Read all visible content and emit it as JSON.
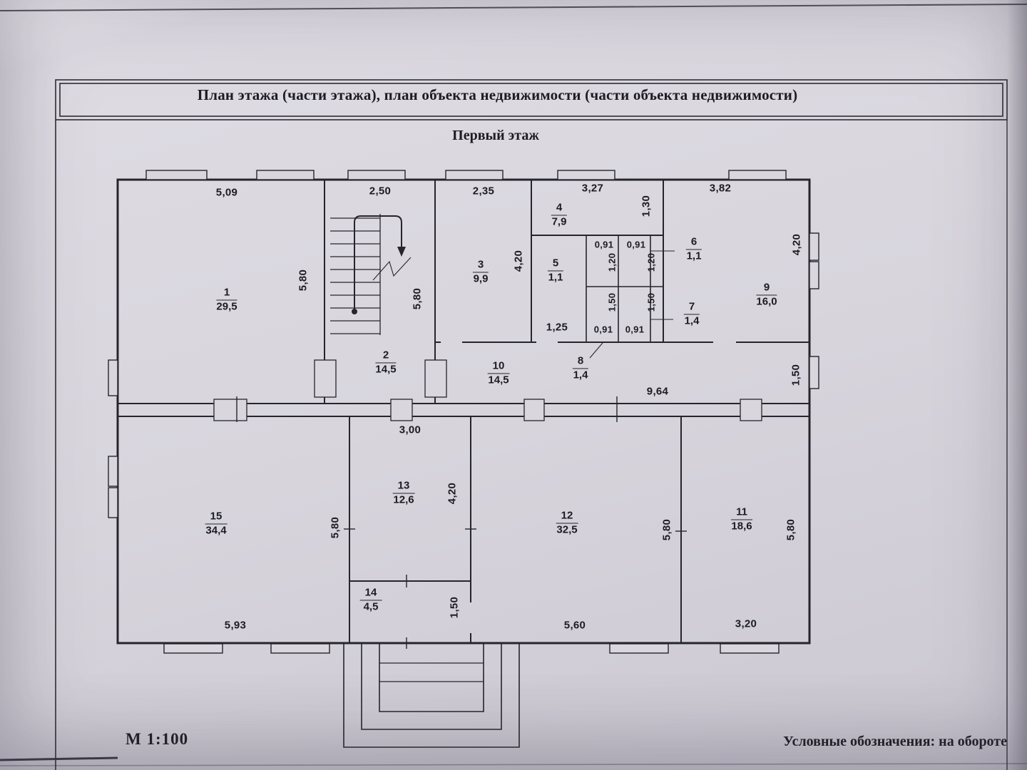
{
  "header": {
    "title": "План этажа (части этажа), план объекта недвижимости (части объекта недвижимости)",
    "subtitle": "Первый этаж"
  },
  "footer": {
    "scale": "М 1:100",
    "legend": "Условные обозначения: на обороте"
  },
  "colors": {
    "paper": "#d9d6de",
    "ink": "#26242c"
  },
  "rooms": {
    "r1": {
      "num": "1",
      "area": "29,5"
    },
    "r2": {
      "num": "2",
      "area": "14,5"
    },
    "r3": {
      "num": "3",
      "area": "9,9"
    },
    "r4": {
      "num": "4",
      "area": "7,9"
    },
    "r5": {
      "num": "5",
      "area": "1,1"
    },
    "r6": {
      "num": "6",
      "area": "1,1"
    },
    "r7": {
      "num": "7",
      "area": "1,4"
    },
    "r8": {
      "num": "8",
      "area": "1,4"
    },
    "r9": {
      "num": "9",
      "area": "16,0"
    },
    "r10": {
      "num": "10",
      "area": "14,5"
    },
    "r11": {
      "num": "11",
      "area": "18,6"
    },
    "r12": {
      "num": "12",
      "area": "32,5"
    },
    "r13": {
      "num": "13",
      "area": "12,6"
    },
    "r14": {
      "num": "14",
      "area": "4,5"
    },
    "r15": {
      "num": "15",
      "area": "34,4"
    }
  },
  "dims": {
    "top_room1": "5,09",
    "top_stair": "2,50",
    "top_room3": "2,35",
    "top_room4": "3,27",
    "top_room9": "3,82",
    "niche_height": "1,30",
    "room1_height": "5,80",
    "stair_height": "5,80",
    "room3_height": "4,20",
    "room9_height": "4,20",
    "cell_w1": "0,91",
    "cell_w2": "0,91",
    "cell_h1": "1,20",
    "cell_h2": "1,20",
    "cell_h3": "1,50",
    "cell_h4": "1,50",
    "cell_w3": "0,91",
    "cell_w4": "0,91",
    "corridor_entry": "1,25",
    "corridor_length": "9,64",
    "right_window": "1,50",
    "room13_width": "3,00",
    "room13_height": "4,20",
    "room15_height": "5,80",
    "room12_height": "5,80",
    "room11_height": "5,80",
    "room14_height": "1,50",
    "room15_width": "5,93",
    "room12_width": "5,60",
    "room11_width": "3,20"
  }
}
